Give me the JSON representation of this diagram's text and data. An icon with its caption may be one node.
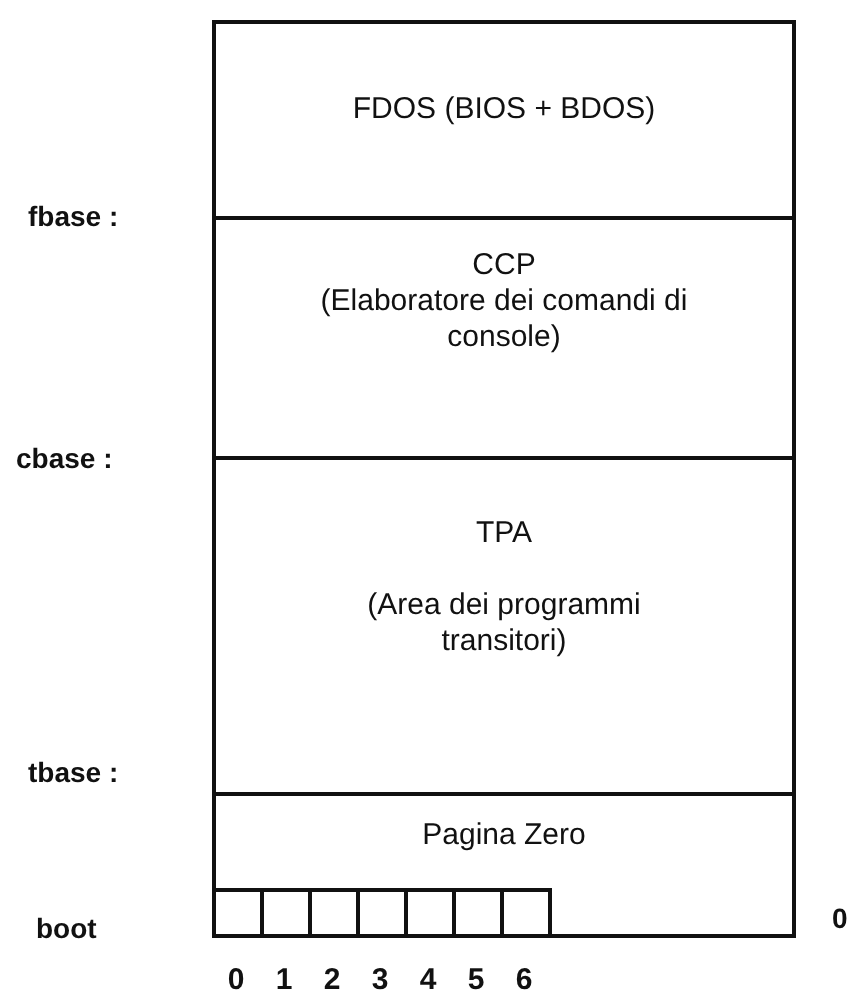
{
  "diagram": {
    "nodes": [
      {
        "text": [
          "FDOS (BIOS + BDOS)"
        ]
      },
      {
        "text": [
          "CCP",
          "(Elaboratore dei comandi di console)"
        ]
      },
      {
        "text": [
          "TPA",
          "(Area dei programmi transitori)"
        ]
      },
      {
        "text": [
          "Pagina Zero"
        ]
      },
      {
        "text": [],
        "shape": "box",
        "in": 3
      },
      {
        "text": [],
        "shape": "box",
        "in": 3
      },
      {
        "text": [],
        "shape": "box",
        "in": 3
      },
      {
        "text": [],
        "shape": "box",
        "in": 3
      },
      {
        "text": [],
        "shape": "box",
        "in": 3
      },
      {
        "text": [],
        "shape": "box",
        "in": 3
      },
      {
        "text": [],
        "shape": "box",
        "in": 3
      }
    ],
    "labels": [
      "fbase :",
      "cbase :",
      "tbase :",
      "boot",
      "0",
      "0",
      "1",
      "2",
      "3",
      "4",
      "5",
      "6"
    ]
  }
}
